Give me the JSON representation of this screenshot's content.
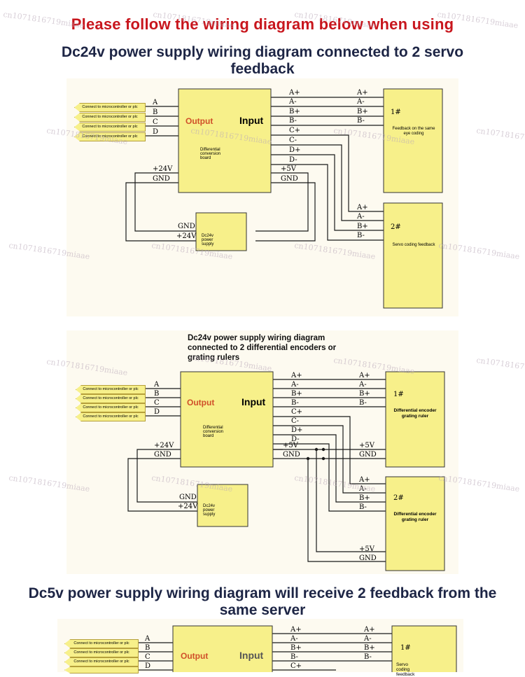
{
  "banner": "Please follow the wiring diagram below when using",
  "section1": {
    "title": "Dc24v power supply wiring diagram connected to 2 servo feedback",
    "mcu_label": "Connect to microcontroller or plc",
    "outputs": [
      "A",
      "B",
      "C",
      "D"
    ],
    "board_output": "Output",
    "board_input": "Input",
    "board_name": "Differential conversion board",
    "board_pins": [
      "A+",
      "A-",
      "B+",
      "B-",
      "C+",
      "C-",
      "D+",
      "D-",
      "+5V",
      "GND"
    ],
    "power_in": [
      "+24V",
      "GND"
    ],
    "supply_pins": [
      "GND",
      "+24V"
    ],
    "supply_name": "Dc24v power supply",
    "device1_num": "1#",
    "device1_name": "Feedback on the same eye coding",
    "device1_pins": [
      "A+",
      "A-",
      "B+",
      "B-"
    ],
    "device2_num": "2#",
    "device2_name": "Servo coding feedback",
    "device2_pins": [
      "A+",
      "A-",
      "B+",
      "B-"
    ]
  },
  "section2": {
    "title": "Dc24v power supply wiring diagram connected to 2 differential encoders or grating rulers",
    "mcu_label": "Connect to microcontroller or plc",
    "outputs": [
      "A",
      "B",
      "C",
      "D"
    ],
    "board_output": "Output",
    "board_input": "Input",
    "board_name": "Differential conversion board",
    "board_pins": [
      "A+",
      "A-",
      "B+",
      "B-",
      "C+",
      "C-",
      "D+",
      "D-",
      "+5V",
      "GND"
    ],
    "power_in": [
      "+24V",
      "GND"
    ],
    "supply_pins": [
      "GND",
      "+24V"
    ],
    "supply_name": "Dc24v power supply",
    "device1_num": "1#",
    "device1_name": "Differential encoder grating ruler",
    "device1_pins": [
      "A+",
      "A-",
      "B+",
      "B-",
      "+5V",
      "GND"
    ],
    "device2_num": "2#",
    "device2_name": "Differential encoder grating ruler",
    "device2_pins": [
      "A+",
      "A-",
      "B+",
      "B-",
      "+5V",
      "GND"
    ]
  },
  "section3": {
    "title": "Dc5v power supply wiring diagram will receive 2 feedback from the same server",
    "mcu_label": "Connect to microcontroller or plc",
    "outputs": [
      "A",
      "B",
      "C",
      "D"
    ],
    "board_output": "Output",
    "board_input": "Input",
    "board_pins": [
      "A+",
      "A-",
      "B+",
      "B-",
      "C+"
    ],
    "device1_num": "1#",
    "device1_name": "Servo coding feedback",
    "device1_pins": [
      "A+",
      "A-",
      "B+",
      "B-"
    ]
  },
  "watermark": "cn1071816719miaae",
  "colors": {
    "box_fill": "#f7f08a",
    "wire": "#1a1a1a",
    "banner": "#c8161d",
    "heading": "#1d2545",
    "output_label": "#d0502a"
  }
}
